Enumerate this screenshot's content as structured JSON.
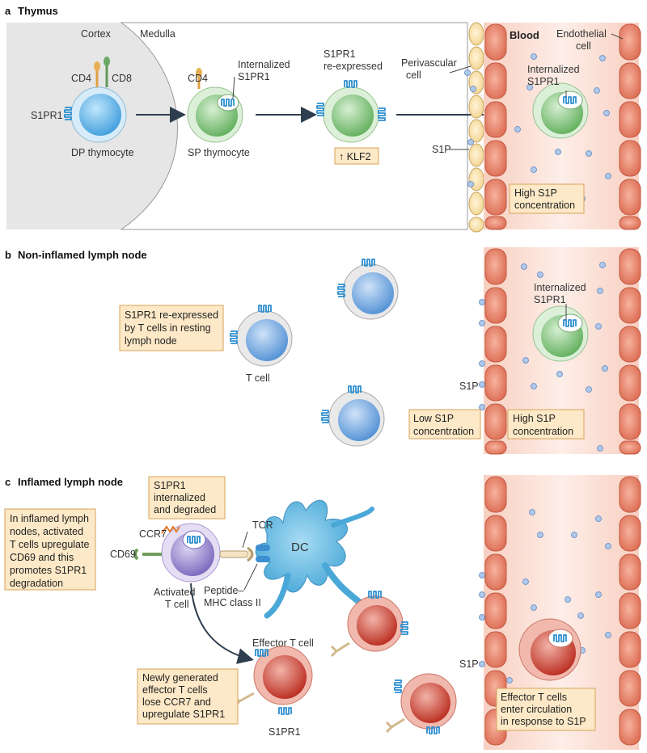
{
  "panels": {
    "a": {
      "letter": "a",
      "title": "Thymus"
    },
    "b": {
      "letter": "b",
      "title": "Non-inflamed lymph node"
    },
    "c": {
      "letter": "c",
      "title": "Inflamed lymph node"
    }
  },
  "labels": {
    "cortex": "Cortex",
    "medulla": "Medulla",
    "cd4": "CD4",
    "cd8": "CD8",
    "s1pr1": "S1PR1",
    "dp_thymocyte": "DP thymocyte",
    "cd4_sp": "CD4",
    "internalized_line1": "Internalized",
    "internalized_line2": "S1PR1",
    "sp_thymocyte": "SP thymocyte",
    "reexpressed_line1": "S1PR1",
    "reexpressed_line2": "re-expressed",
    "klf2": "↑ KLF2",
    "perivascular_line1": "Perivascular",
    "perivascular_line2": "cell",
    "blood": "Blood",
    "endothelial_line1": "Endothelial",
    "endothelial_line2": "cell",
    "s1p_a": "S1P",
    "high_s1p_line1": "High S1P",
    "high_s1p_line2": "concentration",
    "b_box_line1": "S1PR1 re-expressed",
    "b_box_line2": "by T cells in resting",
    "b_box_line3": "lymph node",
    "t_cell": "T cell",
    "s1p_b": "S1P",
    "low_s1p_line1": "Low S1P",
    "low_s1p_line2": "concentration",
    "c_degraded_line1": "S1PR1",
    "c_degraded_line2": "internalized",
    "c_degraded_line3": "and degraded",
    "c_left_line1": "In inflamed lymph",
    "c_left_line2": "nodes, activated",
    "c_left_line3": "T cells upregulate",
    "c_left_line4": "CD69 and this",
    "c_left_line5": "promotes S1PR1",
    "c_left_line6": "degradation",
    "ccr7": "CCR7",
    "cd69": "CD69",
    "tcr": "TCR",
    "dc": "DC",
    "activated_line1": "Activated",
    "activated_line2": "T cell",
    "peptide_line1": "Peptide–",
    "peptide_line2": "MHC class II",
    "effector_t_cell": "Effector T cell",
    "newly_line1": "Newly generated",
    "newly_line2": "effector T cells",
    "newly_line3": "lose CCR7 and",
    "newly_line4": "upregulate S1PR1",
    "s1pr1_c": "S1PR1",
    "s1p_c": "S1P",
    "effector_enter_line1": "Effector T cells",
    "effector_enter_line2": "enter circulation",
    "effector_enter_line3": "in response to S1P"
  },
  "colors": {
    "dp_nucleus": "#5fb3e8",
    "sp_nucleus": "#7cc07a",
    "t_nucleus": "#6aa6e0",
    "activated_nucleus": "#8c7cc8",
    "effector_nucleus": "#d24a3a",
    "dc": "#6fbfe6",
    "receptor": "#2c8fd0",
    "vessel": "#fde0d6",
    "endothelial": "#f08a72",
    "box_fill": "#fde9c7"
  }
}
